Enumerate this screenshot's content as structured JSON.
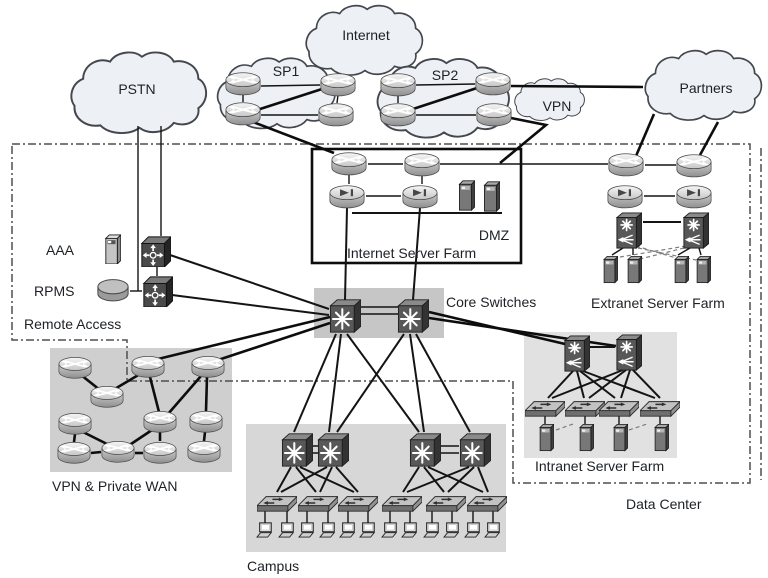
{
  "clouds": {
    "internet": "Internet",
    "sp1": "SP1",
    "sp2": "SP2",
    "pstn": "PSTN",
    "vpn": "VPN",
    "partners": "Partners"
  },
  "regions": {
    "dmz": "DMZ",
    "internet_server_farm": "Internet Server Farm",
    "core_switches": "Core Switches",
    "extranet_server_farm": "Extranet Server Farm",
    "aaa": "AAA",
    "rpms": "RPMS",
    "remote_access": "Remote Access",
    "vpn_private_wan": "VPN & Private WAN",
    "campus": "Campus",
    "intranet_server_farm": "Intranet Server Farm",
    "data_center": "Data Center"
  },
  "icons": {
    "router": "cylinder-with-cross-arrows",
    "firewall": "cylinder-with-diode-symbol",
    "multilayer_switch": "dark-cube-with-star-arrows",
    "content_switch": "dark-box-with-star-and-fan-arrows",
    "access_switch": "flat-angled-switch",
    "universal_gateway": "dark-cube-with-routing-arrows",
    "server": "tower-server",
    "aaa_server": "light-tower-server",
    "database_disk": "disk-cylinder",
    "workstation": "desktop-computer",
    "cloud": "cloud-outline"
  },
  "colors": {
    "page_bg": "#ffffff",
    "cloud_fill": "#edf0f4",
    "wan_module_bg": "#cfcfcf",
    "campus_module_bg": "#d7d7d7",
    "core_band_bg": "#c6c6c6",
    "intranet_module_bg": "#e1e1e1",
    "dark_device": "#585858",
    "light_device": "#c9c9c9",
    "line": "#141414",
    "dashed_border": "#4f4f4f",
    "label": "#1d2126"
  }
}
